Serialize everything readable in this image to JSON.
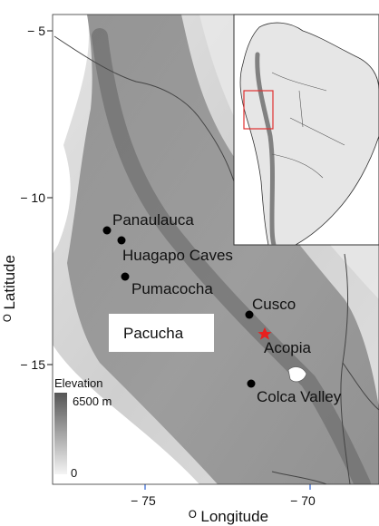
{
  "axes": {
    "x_title": "ᴼ Longitude",
    "y_title": "ᴼ Latitude",
    "x_ticks": [
      "− 75",
      "− 70"
    ],
    "y_ticks": [
      "− 5",
      "− 10",
      "− 15"
    ]
  },
  "places": [
    {
      "name": "Panaulauca"
    },
    {
      "name": "Huagapo Caves"
    },
    {
      "name": "Pumacocha"
    },
    {
      "name": "Cusco"
    },
    {
      "name": "Acopia"
    },
    {
      "name": "Colca Valley"
    }
  ],
  "pacucha_label": "Pacucha",
  "legend": {
    "title": "Elevation",
    "max_label": "6500 m",
    "min_label": "0"
  },
  "colors": {
    "marker": "#000000",
    "star": "#e8201e",
    "inset_box": "#e03030",
    "terrain_dark": "#585858",
    "terrain_light": "#f0f0f0"
  }
}
